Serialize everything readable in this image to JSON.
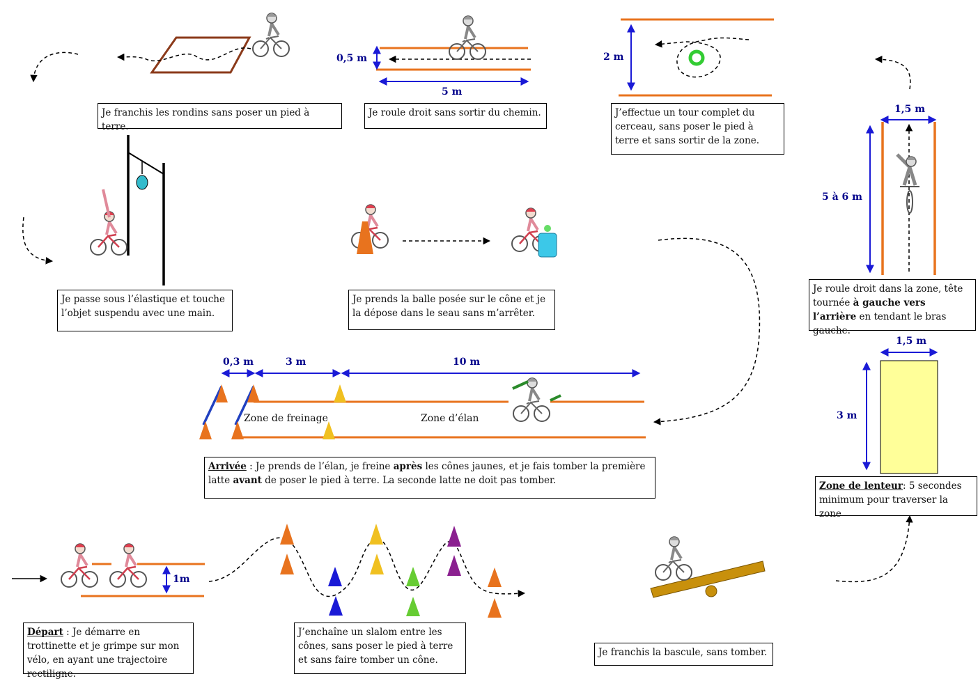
{
  "dims": {
    "d05": "0,5 m",
    "d5": "5 m",
    "d2": "2 m",
    "d15a": "1,5 m",
    "d56": "5 à 6 m",
    "d03": "0,3 m",
    "d3a": "3 m",
    "d10": "10 m",
    "d15b": "1,5 m",
    "d3b": "3 m",
    "d1": "1m"
  },
  "labels": {
    "braking": "Zone de freinage",
    "run_up": "Zone d’élan"
  },
  "boxes": {
    "logs": "Je franchis les rondins sans poser un pied à terre.",
    "path": "Je roule droit sans sortir du chemin.",
    "hoop": "J’effectue un tour complet du cerceau, sans poser le pied à terre et sans sortir de la zone.",
    "elastic": "Je passe sous l’élastique et touche l’objet suspendu avec une main.",
    "ball": "Je prends la balle posée sur le cône et je la dépose dans le seau sans m’arrêter.",
    "look_back": {
      "a": "Je roule droit dans la zone, tête tournée ",
      "b": "à gauche vers l’arrière",
      "c": " en tendant le bras gauche."
    },
    "arrival": {
      "title": "Arrivée",
      "a": " : Je prends de l’élan, je freine ",
      "b": "après",
      "c": " les cônes jaunes, et je fais tomber la première latte ",
      "d": "avant",
      "e": " de poser le pied à terre. La seconde latte ne doit pas tomber."
    },
    "slow": {
      "title": "Zone de lenteur",
      "a": ": 5 secondes minimum pour traverser la zone"
    },
    "start": {
      "title": "Départ",
      "a": " : Je démarre en trottinette et je grimpe sur mon vélo, en ayant une trajectoire rectiligne."
    },
    "slalom": "J’enchaîne un slalom entre les cônes, sans poser le pied à terre et sans faire tomber un cône.",
    "seesaw": "Je franchis la bascule, sans tomber."
  },
  "colors": {
    "orange": "#e8731e",
    "blue_dim": "#1a1ad6",
    "yellow_zone": "#ffff99",
    "plank": "#c8900c",
    "hoop": "#33cc33"
  }
}
